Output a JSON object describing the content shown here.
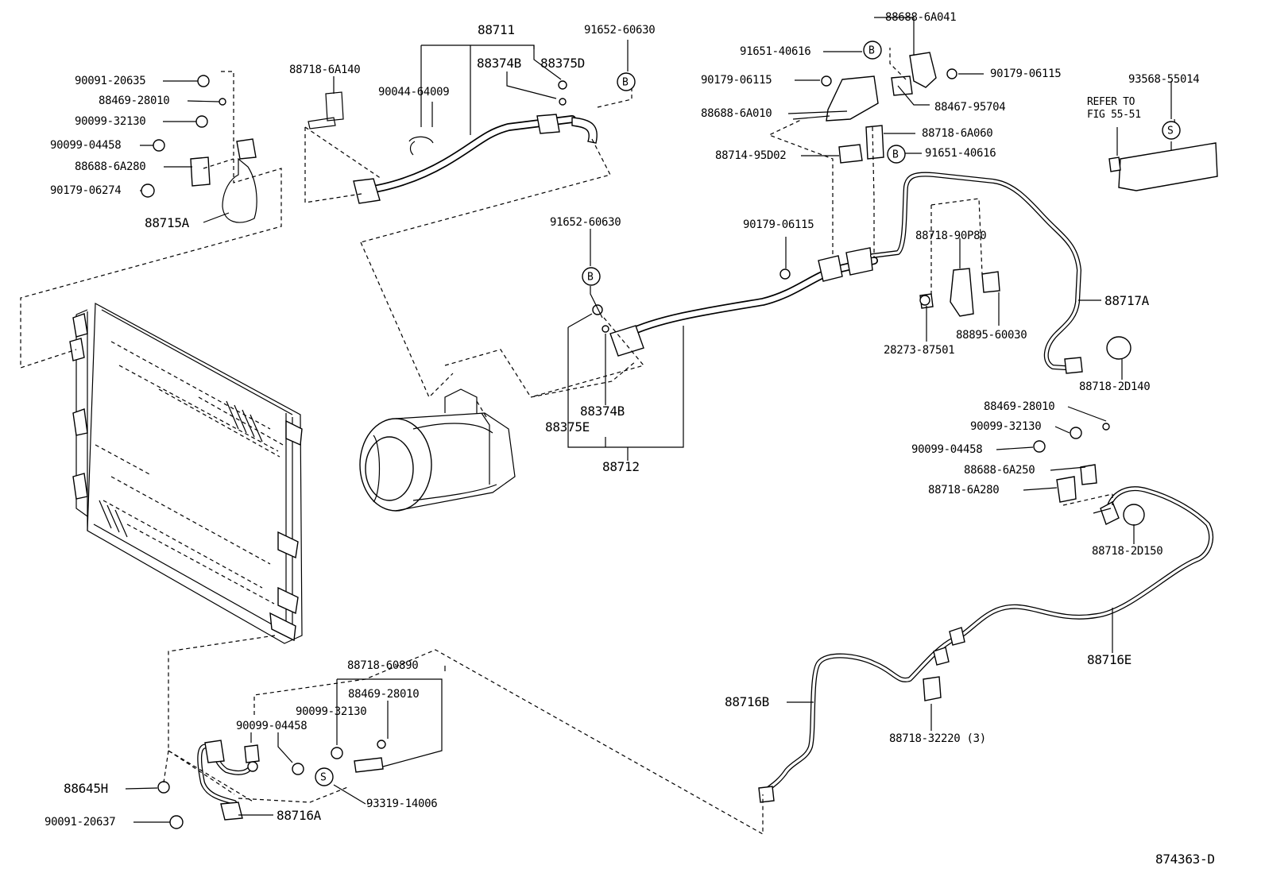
{
  "diagram_id": "874363-D",
  "refer_note": "REFER TO FIG 55-51",
  "symbol_b": "B",
  "symbol_s": "S",
  "labels": {
    "p88711": "88711",
    "p91652_60630_top": "91652-60630",
    "p88374b_top": "88374B",
    "p88375d": "88375D",
    "p90044_64009": "90044-64009",
    "p88718_6a140": "88718-6A140",
    "p90091_20635": "90091-20635",
    "p88469_28010_l": "88469-28010",
    "p90099_32130_l": "90099-32130",
    "p90099_04458_l": "90099-04458",
    "p88688_6a280": "88688-6A280",
    "p90179_06274": "90179-06274",
    "p88715a": "88715A",
    "p88688_6a041": "88688-6A041",
    "p91651_40616_top": "91651-40616",
    "p90179_06115_tr": "90179-06115",
    "p90179_06115_tl": "90179-06115",
    "p88467_95704": "88467-95704",
    "p88688_6a010": "88688-6A010",
    "p88718_6a060": "88718-6A060",
    "p88714_95d02": "88714-95D02",
    "p91651_40616_mid": "91651-40616",
    "p93568_55014": "93568-55014",
    "p91652_60630_mid": "91652-60630",
    "p90179_06115_mid": "90179-06115",
    "p88718_90p80": "88718-90P80",
    "p88717a": "88717A",
    "p88895_60030": "88895-60030",
    "p28273_87501": "28273-87501",
    "p88718_2d140": "88718-2D140",
    "p88374b_mid": "88374B",
    "p88375e": "88375E",
    "p88712": "88712",
    "p88469_28010_r": "88469-28010",
    "p90099_32130_r": "90099-32130",
    "p90099_04458_r": "90099-04458",
    "p88688_6a250": "88688-6A250",
    "p88718_6a280": "88718-6A280",
    "p88718_2d150": "88718-2D150",
    "p88716e": "88716E",
    "p88716b": "88716B",
    "p88718_32220": "88718-32220 (3)",
    "p88718_60890": "88718-60890",
    "p88469_28010_b": "88469-28010",
    "p90099_32130_b": "90099-32130",
    "p90099_04458_b": "90099-04458",
    "p88645h": "88645H",
    "p93319_14006": "93319-14006",
    "p90091_20637": "90091-20637",
    "p88716a": "88716A"
  }
}
